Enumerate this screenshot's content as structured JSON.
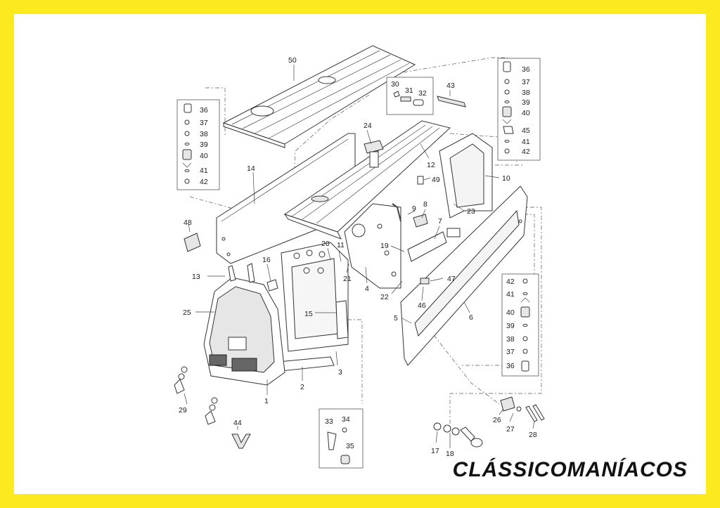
{
  "border_color": "#fcea1e",
  "watermark": "CLÁSSICOMANÍACOS",
  "part_labels": [
    "1",
    "2",
    "3",
    "4",
    "5",
    "6",
    "7",
    "8",
    "9",
    "10",
    "11",
    "12",
    "13",
    "14",
    "15",
    "16",
    "17",
    "18",
    "19",
    "20",
    "21",
    "22",
    "23",
    "24",
    "25",
    "26",
    "27",
    "28",
    "29",
    "30",
    "31",
    "32",
    "33",
    "34",
    "35",
    "36",
    "37",
    "38",
    "39",
    "40",
    "41",
    "42",
    "43",
    "44",
    "45",
    "46",
    "47",
    "48",
    "49",
    "50"
  ],
  "left_box_labels": [
    "36",
    "37",
    "38",
    "39",
    "40",
    "41",
    "42"
  ],
  "right_top_box_labels": [
    "36",
    "37",
    "38",
    "39",
    "40",
    "45",
    "41",
    "42"
  ],
  "right_bottom_box_labels": [
    "42",
    "41",
    "40",
    "39",
    "38",
    "37",
    "36"
  ],
  "top_box_labels": [
    "30",
    "31",
    "32"
  ],
  "bottom_box_labels": [
    "33",
    "34",
    "35"
  ],
  "emblem_letter": "V"
}
